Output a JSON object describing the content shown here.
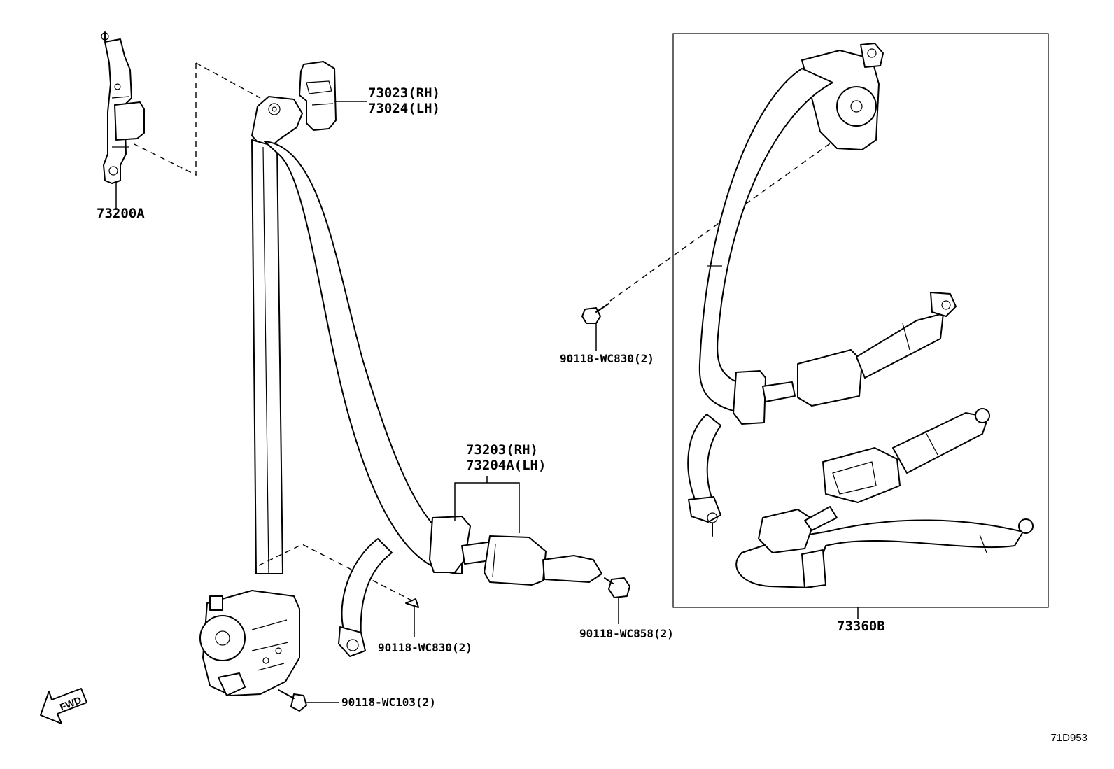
{
  "labels": {
    "anchor_part": "73200A",
    "cover_rh": "73023(RH)",
    "cover_lh": "73024(LH)",
    "belt_rh": "73203(RH)",
    "belt_lh": "73204A(LH)",
    "bolt_wc830_upper": "90118-WC830(2)",
    "bolt_wc830_lower": "90118-WC830(2)",
    "bolt_wc858": "90118-WC858(2)",
    "bolt_wc103": "90118-WC103(2)",
    "rear_assembly": "73360B",
    "fwd_arrow": "FWD",
    "diagram_code": "71D953"
  },
  "icons": {
    "fwd": "fwd-arrow-icon"
  }
}
